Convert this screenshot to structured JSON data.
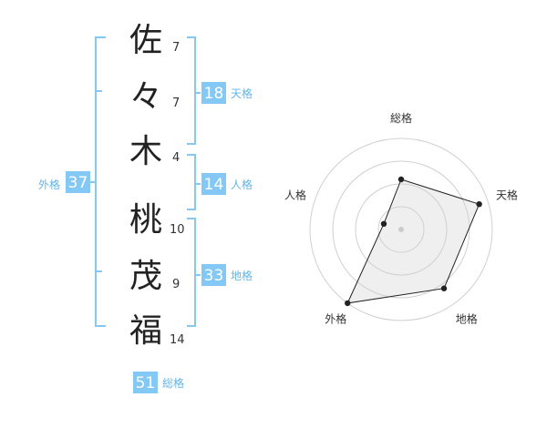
{
  "accent_color": "#84c8f5",
  "accent_text_color": "#62b5ea",
  "characters": [
    {
      "char": "佐",
      "strokes": "7"
    },
    {
      "char": "々",
      "strokes": "7"
    },
    {
      "char": "木",
      "strokes": "4"
    },
    {
      "char": "桃",
      "strokes": "10"
    },
    {
      "char": "茂",
      "strokes": "9"
    },
    {
      "char": "福",
      "strokes": "14"
    }
  ],
  "kakusu": {
    "tenkaku": {
      "value": "18",
      "label": "天格"
    },
    "jinkaku": {
      "value": "14",
      "label": "人格"
    },
    "chikaku": {
      "value": "33",
      "label": "地格"
    },
    "gaikaku": {
      "value": "37",
      "label": "外格"
    },
    "soukaku": {
      "value": "51",
      "label": "総格"
    }
  },
  "chart_data": {
    "type": "radar",
    "axes": [
      "総格",
      "天格",
      "地格",
      "外格",
      "人格"
    ],
    "values": [
      0.55,
      0.9,
      0.8,
      1.0,
      0.2
    ],
    "max": 1.0,
    "rings": 4
  }
}
